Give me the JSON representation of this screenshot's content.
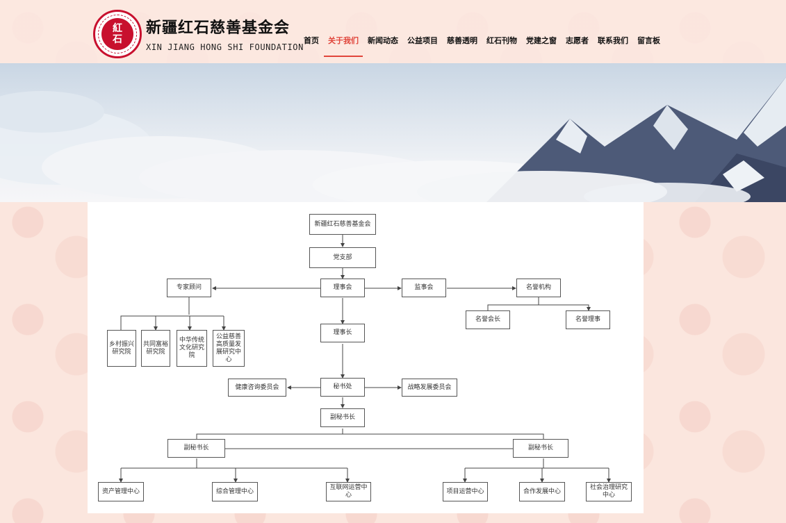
{
  "brand": {
    "logo_text_line1": "紅",
    "logo_text_line2": "石",
    "name_cn": "新疆红石慈善基金会",
    "name_en": "XIN JIANG HONG SHI FOUNDATION"
  },
  "nav": {
    "items": [
      "首页",
      "关于我们",
      "新闻动态",
      "公益项目",
      "慈善透明",
      "红石刊物",
      "党建之窗",
      "志愿者",
      "联系我们",
      "留言板"
    ],
    "active": "关于我们",
    "active_color": "#e0443a"
  },
  "org_chart": {
    "root": "新疆红石慈善基金会",
    "party": "党支部",
    "council": "理事会",
    "experts": "专家顾问",
    "supervisors": "监事会",
    "honorary": "名誉机构",
    "honorary_chair": "名誉会长",
    "honorary_director": "名誉理事",
    "institutes": [
      "乡村振兴研究院",
      "共同富裕研究院",
      "中华传统文化研究院",
      "公益慈善高质量发展研究中心"
    ],
    "chairman": "理事长",
    "secretariat": "秘书处",
    "health_committee": "健康咨询委员会",
    "strategy_committee": "战略发展委员会",
    "deputy_main": "副秘书长",
    "deputy_left": "副秘书长",
    "deputy_right": "副秘书长",
    "left_centers": [
      "资产管理中心",
      "综合管理中心",
      "互联网运营中心"
    ],
    "right_centers": [
      "项目运营中心",
      "合作发展中心",
      "社会治理研究中心"
    ]
  }
}
